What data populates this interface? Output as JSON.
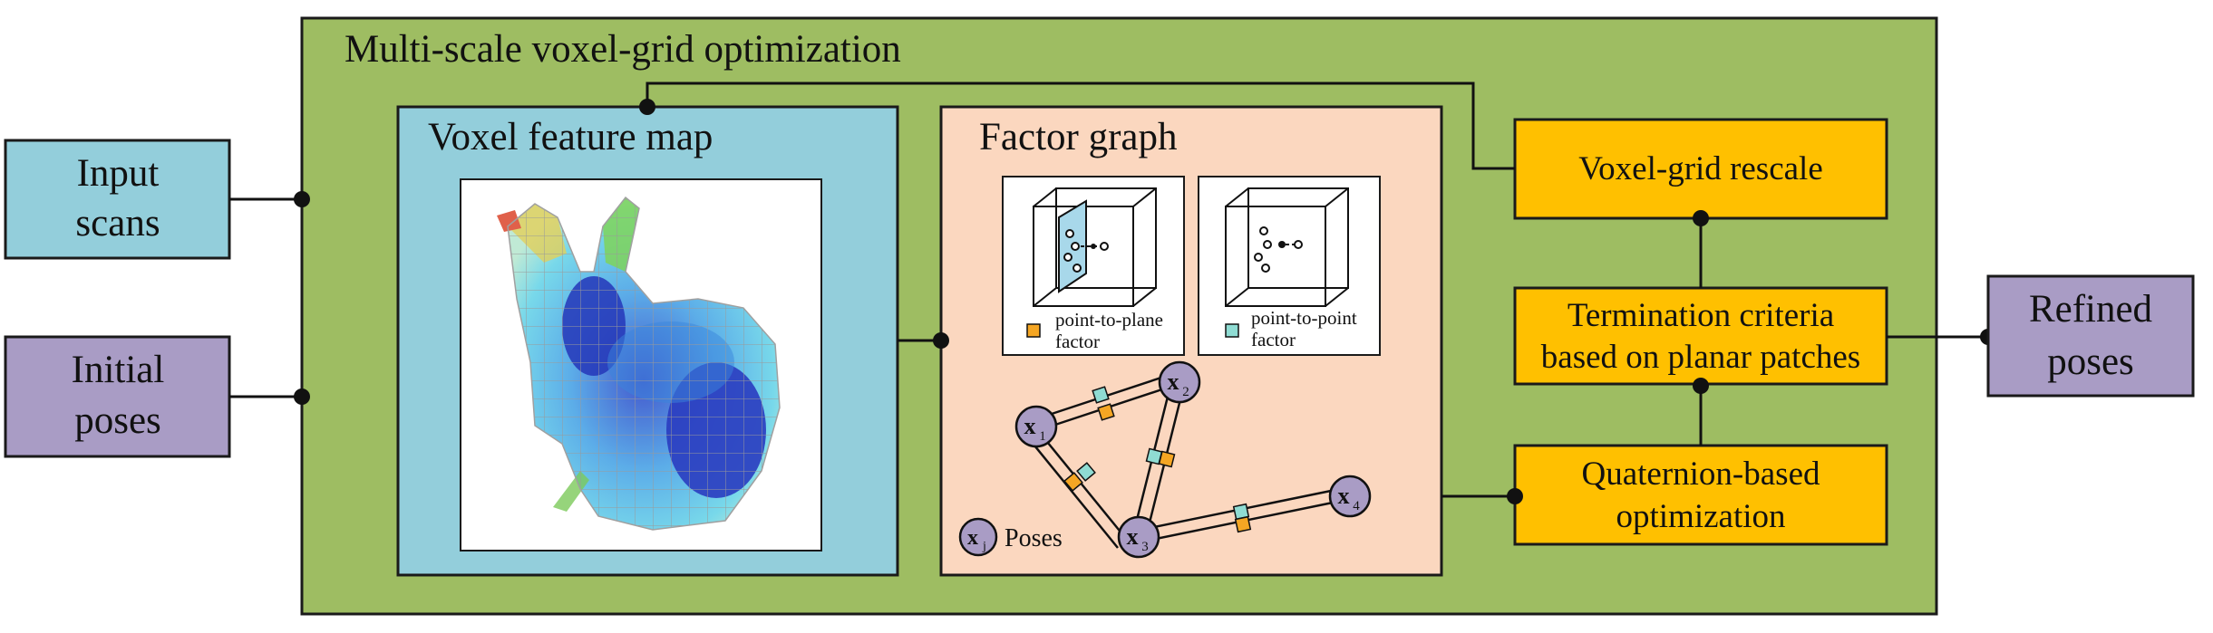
{
  "main": {
    "title": "Multi-scale voxel-grid optimization"
  },
  "inputs": {
    "scans": [
      "Input",
      "scans"
    ],
    "poses": [
      "Initial",
      "poses"
    ]
  },
  "voxel_map": {
    "title": "Voxel feature map"
  },
  "factor_graph": {
    "title": "Factor graph",
    "plane_factor": [
      "point-to-plane",
      "factor"
    ],
    "point_factor": [
      "point-to-point",
      "factor"
    ],
    "legend": {
      "symbol_main": "x",
      "symbol_sub": "j",
      "label": "Poses"
    },
    "nodes": [
      {
        "main": "x",
        "sub": "1"
      },
      {
        "main": "x",
        "sub": "2"
      },
      {
        "main": "x",
        "sub": "3"
      },
      {
        "main": "x",
        "sub": "4"
      }
    ]
  },
  "steps": {
    "rescale": [
      "Voxel-grid rescale"
    ],
    "termination": [
      "Termination criteria",
      "based on planar patches"
    ],
    "optimization": [
      "Quaternion-based",
      "optimization"
    ]
  },
  "output": {
    "label": [
      "Refined",
      "poses"
    ]
  },
  "colors": {
    "outer_green": "#9ebd62",
    "input_blue": "#93cedb",
    "pose_purple": "#a99cc5",
    "factor_peach": "#fbd7bf",
    "step_orange": "#ffc000",
    "plane_factor": "#f5a623",
    "point_factor": "#8fdcd3",
    "node_fill": "#a99cc5"
  }
}
